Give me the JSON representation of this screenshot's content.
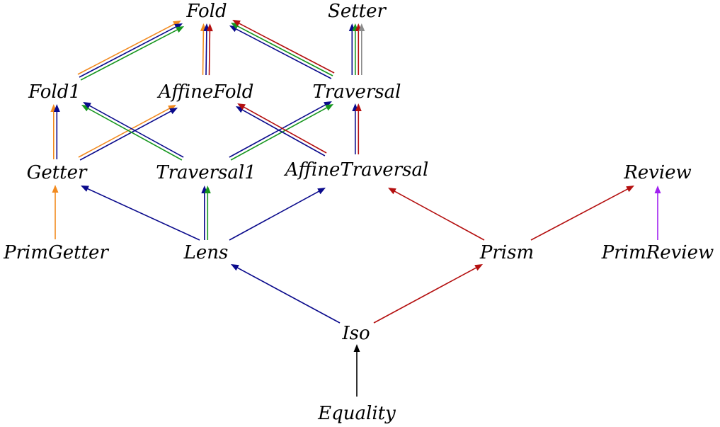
{
  "colors": {
    "orange": "#f28a1e",
    "navy": "#0a0a8c",
    "green": "#16961e",
    "red": "#b40f0f",
    "gray": "#8c8c8c",
    "purple": "#a020f0",
    "black": "#000000"
  },
  "nodes": {
    "fold": {
      "label": "Fold"
    },
    "setter": {
      "label": "Setter"
    },
    "fold1": {
      "label": "Fold1"
    },
    "affinefold": {
      "label": "AffineFold"
    },
    "traversal": {
      "label": "Traversal"
    },
    "getter": {
      "label": "Getter"
    },
    "traversal1": {
      "label": "Traversal1"
    },
    "affinetraversal": {
      "label": "AffineTraversal"
    },
    "review": {
      "label": "Review"
    },
    "primgetter": {
      "label": "PrimGetter"
    },
    "lens": {
      "label": "Lens"
    },
    "prism": {
      "label": "Prism"
    },
    "primreview": {
      "label": "PrimReview"
    },
    "iso": {
      "label": "Iso"
    },
    "equality": {
      "label": "Equality"
    }
  },
  "edges": [
    {
      "from": "fold1",
      "to": "fold",
      "colors": [
        "orange",
        "navy",
        "green"
      ]
    },
    {
      "from": "affinefold",
      "to": "fold",
      "colors": [
        "orange",
        "navy",
        "red"
      ]
    },
    {
      "from": "traversal",
      "to": "fold",
      "colors": [
        "navy",
        "green",
        "red"
      ]
    },
    {
      "from": "traversal",
      "to": "setter",
      "colors": [
        "navy",
        "green",
        "red",
        "gray"
      ]
    },
    {
      "from": "getter",
      "to": "fold1",
      "colors": [
        "orange",
        "navy"
      ]
    },
    {
      "from": "getter",
      "to": "affinefold",
      "colors": [
        "orange",
        "navy"
      ]
    },
    {
      "from": "traversal1",
      "to": "fold1",
      "colors": [
        "green",
        "navy"
      ]
    },
    {
      "from": "traversal1",
      "to": "traversal",
      "colors": [
        "navy",
        "green"
      ]
    },
    {
      "from": "affinetraversal",
      "to": "affinefold",
      "colors": [
        "navy",
        "red"
      ]
    },
    {
      "from": "affinetraversal",
      "to": "traversal",
      "colors": [
        "navy",
        "red"
      ]
    },
    {
      "from": "primgetter",
      "to": "getter",
      "colors": [
        "orange"
      ]
    },
    {
      "from": "lens",
      "to": "getter",
      "colors": [
        "navy"
      ]
    },
    {
      "from": "lens",
      "to": "traversal1",
      "colors": [
        "navy",
        "green"
      ]
    },
    {
      "from": "lens",
      "to": "affinetraversal",
      "colors": [
        "navy"
      ]
    },
    {
      "from": "prism",
      "to": "affinetraversal",
      "colors": [
        "red"
      ]
    },
    {
      "from": "prism",
      "to": "review",
      "colors": [
        "red"
      ]
    },
    {
      "from": "primreview",
      "to": "review",
      "colors": [
        "purple"
      ]
    },
    {
      "from": "iso",
      "to": "lens",
      "colors": [
        "navy"
      ]
    },
    {
      "from": "iso",
      "to": "prism",
      "colors": [
        "red"
      ]
    },
    {
      "from": "equality",
      "to": "iso",
      "colors": [
        "black"
      ]
    }
  ]
}
